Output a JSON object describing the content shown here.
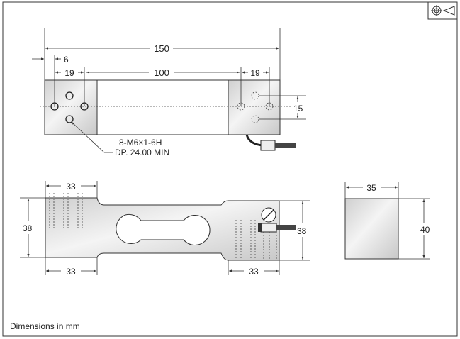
{
  "top_view": {
    "dim_overall": "150",
    "dim_offset": "6",
    "dim_hole_pitch_left": "19",
    "dim_center": "100",
    "dim_hole_pitch_right": "19",
    "dim_hole_spacing": "15",
    "thread_spec": "8-M6×1-6H",
    "thread_depth": "DP. 24.00 MIN"
  },
  "side_view": {
    "dim_top_block": "33",
    "dim_bottom_block": "33",
    "dim_height_left": "38",
    "dim_height_right": "38"
  },
  "end_view": {
    "dim_width": "35",
    "dim_height": "40"
  },
  "note": "Dimensions in mm",
  "colors": {
    "body": "#d8d8d8",
    "line": "#333333"
  }
}
